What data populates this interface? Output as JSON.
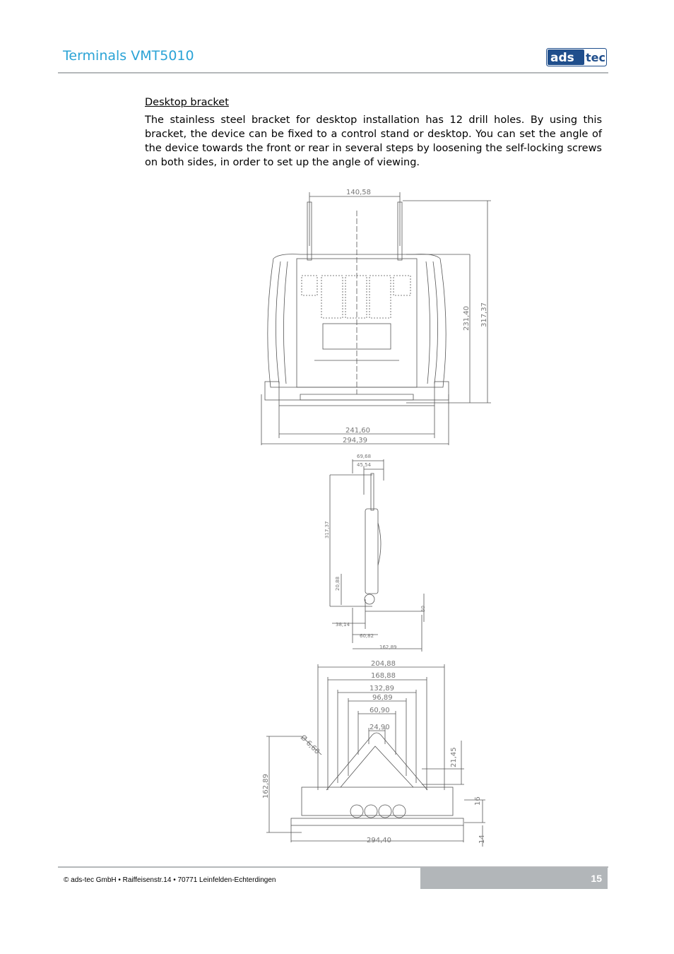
{
  "header": {
    "title": "Terminals VMT5010",
    "logo_text_left": "ads",
    "logo_text_right": "tec"
  },
  "section": {
    "heading": "Desktop bracket",
    "paragraph": "The stainless steel bracket for desktop installation has 12 drill holes. By using this bracket, the device can be fixed to a control stand or desktop. You can set the angle of the device towards the front or rear in several steps by loosening the self-locking screws on both sides, in order to set up the angle of viewing."
  },
  "drawings": {
    "front": {
      "dim_top": "140,58",
      "dim_inner_height": "231,40",
      "dim_outer_height": "317,37",
      "dim_inner_width": "241,60",
      "dim_outer_width": "294,39"
    },
    "side": {
      "dim_top_outer": "69,68",
      "dim_top_inner": "45,54",
      "dim_height": "317,37",
      "dim_lower": "20,88",
      "dim_right": "50",
      "dim_depth_a": "38,14",
      "dim_depth_b": "60,82",
      "dim_depth_c": "162,89"
    },
    "bracket": {
      "dim_1": "204,88",
      "dim_2": "168,88",
      "dim_3": "132,89",
      "dim_4": "96,89",
      "dim_5": "60,90",
      "dim_6": "24,90",
      "hole_diameter": "Ø 6,60",
      "dim_right_a": "21,45",
      "dim_right_b": "16",
      "dim_right_c": "14",
      "dim_height": "162,89",
      "dim_width": "294,40"
    }
  },
  "footer": {
    "address": "© ads-tec GmbH • Raiffeisenstr.14 • 70771 Leinfelden-Echterdingen",
    "page_number": "15"
  },
  "colors": {
    "title_blue": "#2aa3d6",
    "logo_blue": "#1f4e8c",
    "rule_gray": "#b5b8ba"
  }
}
